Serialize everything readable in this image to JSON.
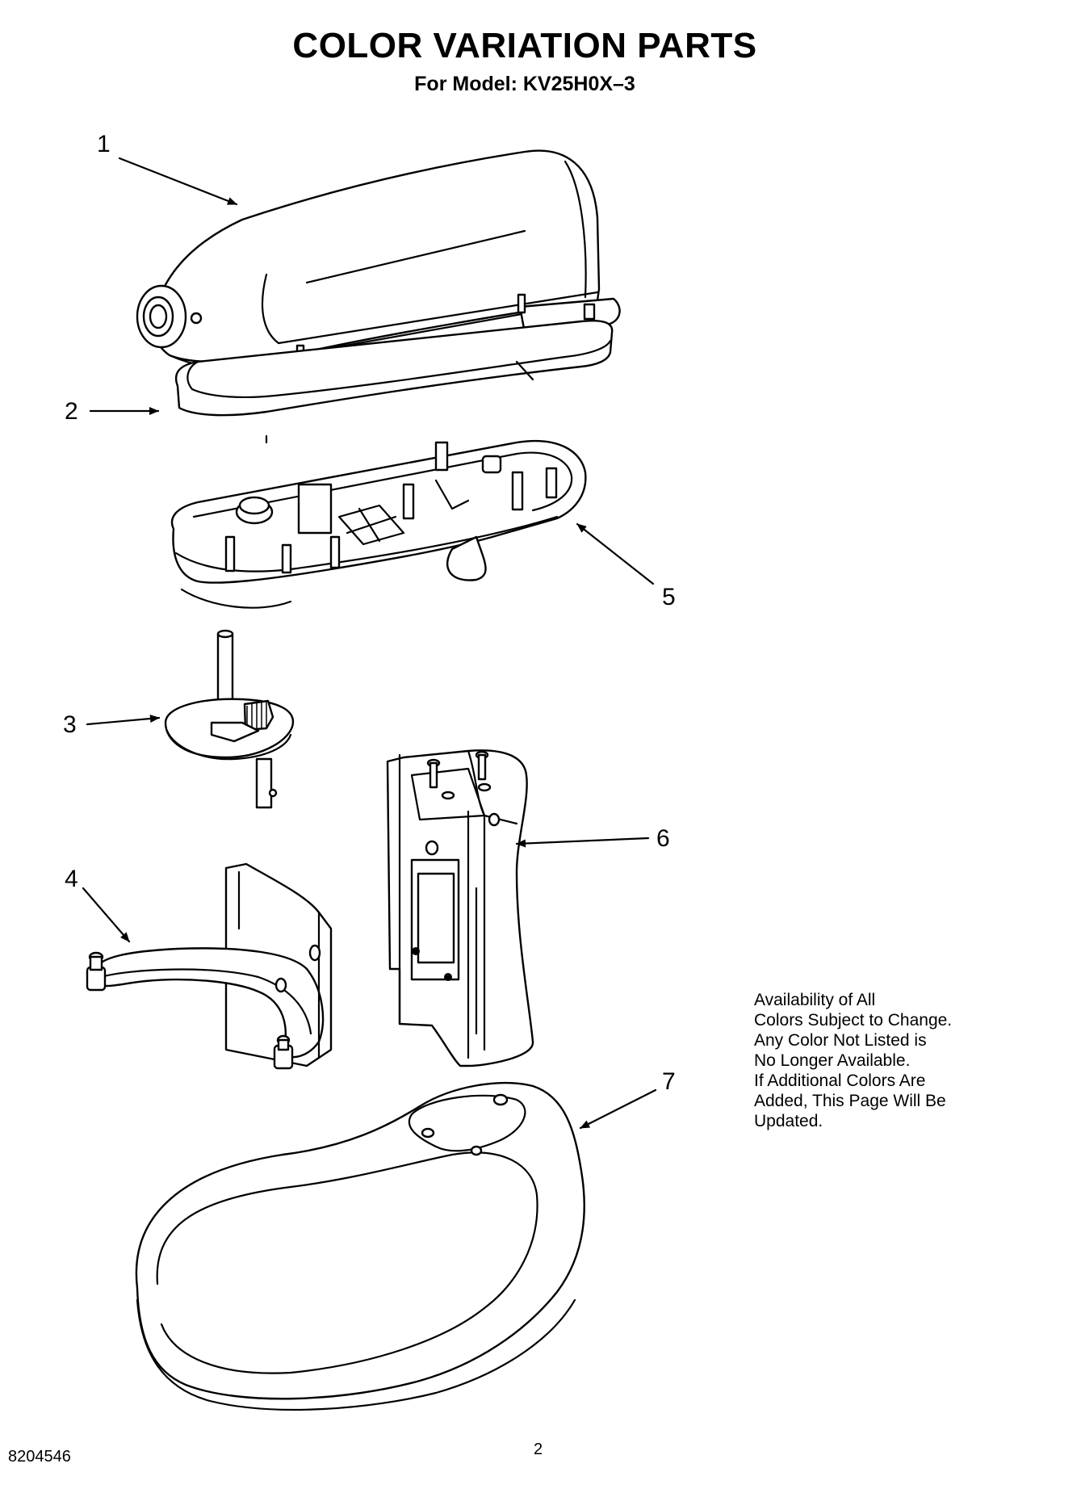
{
  "header": {
    "title": "COLOR VARIATION PARTS",
    "subtitle": "For Model: KV25H0X–3"
  },
  "callouts": [
    {
      "number": "1",
      "part": "motor-housing"
    },
    {
      "number": "2",
      "part": "trim-band"
    },
    {
      "number": "3",
      "part": "planetary-shaft-gear"
    },
    {
      "number": "4",
      "part": "bowl-clamping-plate"
    },
    {
      "number": "5",
      "part": "gear-case-base"
    },
    {
      "number": "6",
      "part": "pedestal"
    },
    {
      "number": "7",
      "part": "base"
    }
  ],
  "note": {
    "lines": [
      "Availability of All",
      "Colors Subject to Change.",
      "Any Color Not Listed is",
      "No Longer Available.",
      "If Additional Colors Are",
      "Added, This Page Will Be",
      "Updated."
    ]
  },
  "footer": {
    "document_number": "8204546",
    "page_number": "2"
  }
}
